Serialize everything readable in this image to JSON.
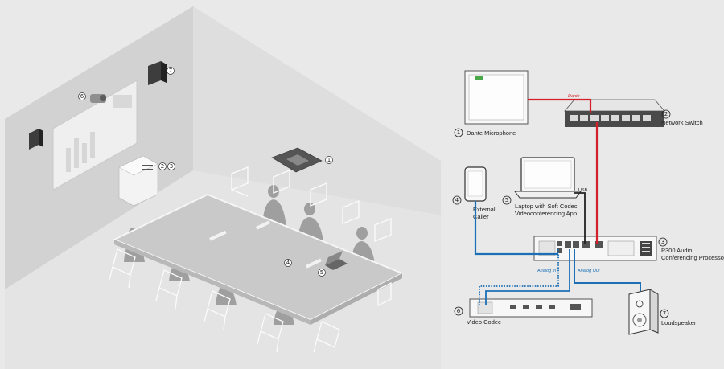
{
  "colors": {
    "background": "#e9e9e9",
    "dante_cable": "#d4202a",
    "analog_cable": "#1c6fb5",
    "usb_cable": "#222222"
  },
  "room": {
    "callout_numbers": [
      "①",
      "②③",
      "④",
      "⑤",
      "⑥",
      "⑦"
    ]
  },
  "components": {
    "dante_microphone": {
      "number": "①",
      "label": "Dante Microphone"
    },
    "network_switch": {
      "number": "②",
      "label": "Network Switch"
    },
    "p300": {
      "number": "③",
      "label_line1": "P300 Audio",
      "label_line2": "Conferencing Processor"
    },
    "external_caller": {
      "number": "④",
      "label_line1": "External",
      "label_line2": "Caller"
    },
    "laptop": {
      "number": "⑤",
      "label_line1": "Laptop with Soft Codec",
      "label_line2": "Videoconferencing App"
    },
    "video_codec": {
      "number": "⑥",
      "label": "Video Codec"
    },
    "loudspeaker": {
      "number": "⑦",
      "label": "Loudspeaker"
    }
  },
  "cables": {
    "dante": "Dante",
    "usb": "USB",
    "analog_in": "Analog In",
    "analog_out": "Analog Out"
  }
}
